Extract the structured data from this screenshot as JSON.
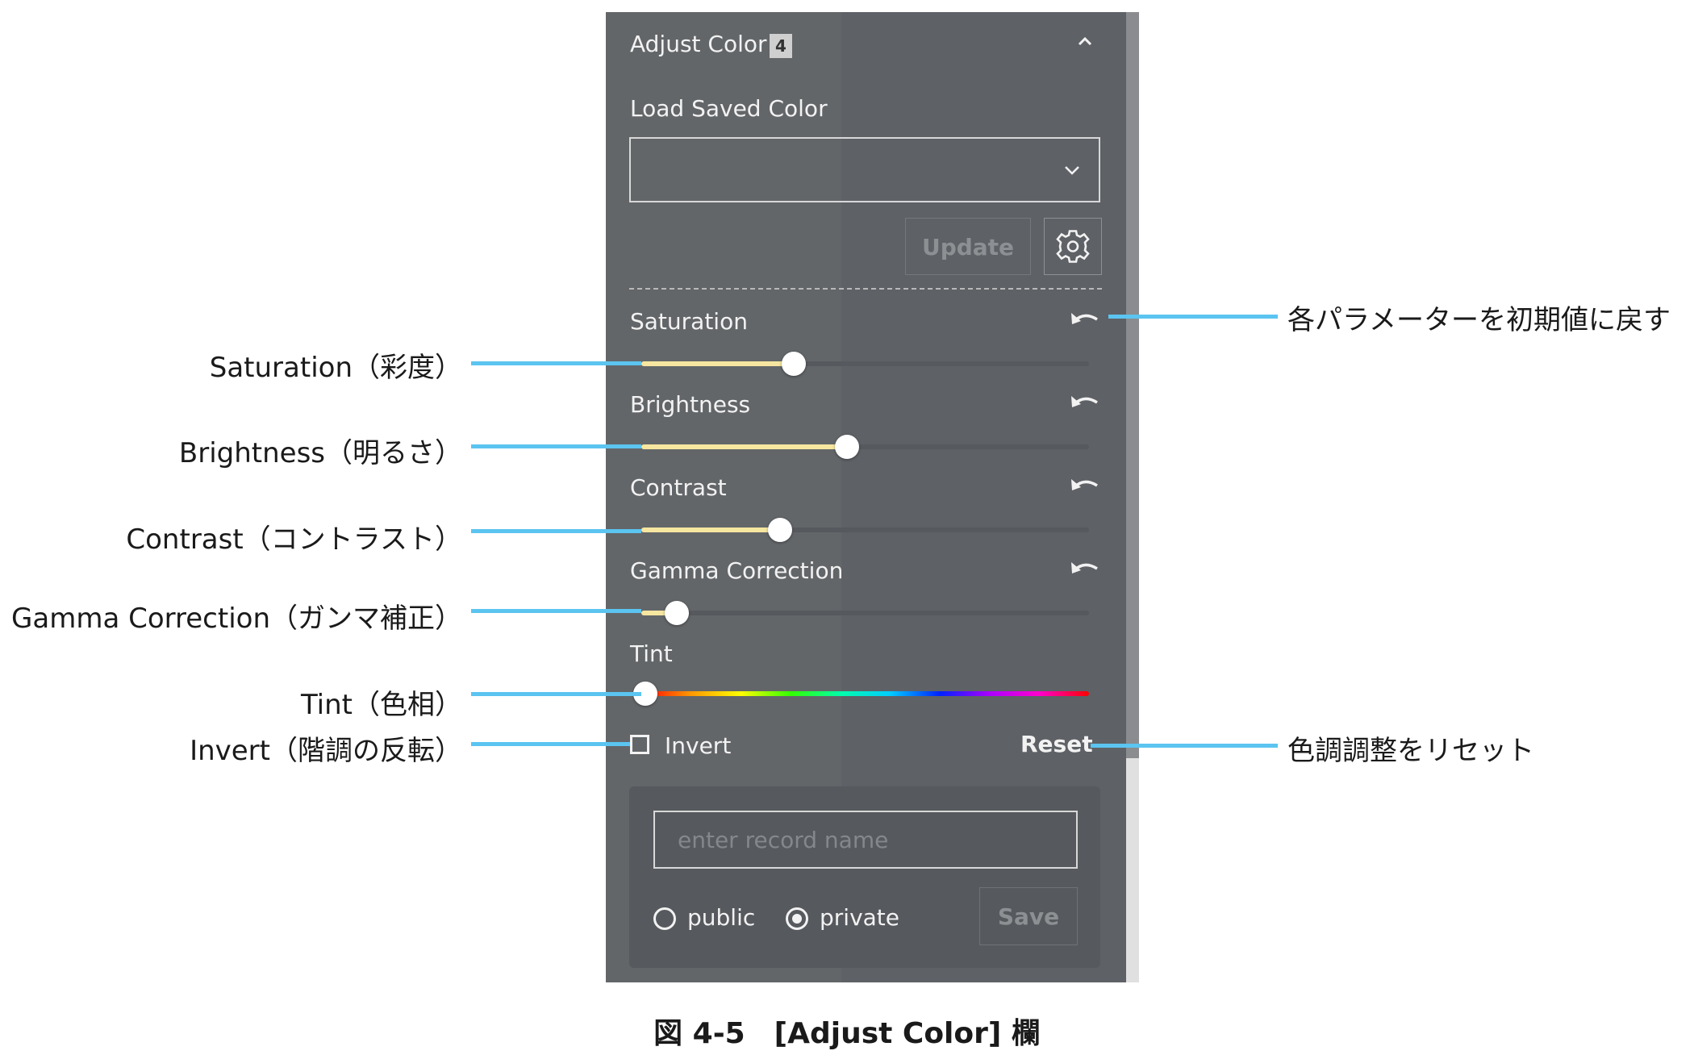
{
  "panel": {
    "title": "Adjust Color",
    "badge": "4",
    "load_label": "Load Saved Color",
    "select_value": "",
    "update_label": "Update",
    "sliders": [
      {
        "label": "Saturation",
        "fraction": 0.34
      },
      {
        "label": "Brightness",
        "fraction": 0.46
      },
      {
        "label": "Contrast",
        "fraction": 0.31
      },
      {
        "label": "Gamma Correction",
        "fraction": 0.08
      }
    ],
    "tint": {
      "label": "Tint",
      "fraction": 0.0
    },
    "invert_label": "Invert",
    "invert_checked": false,
    "reset_label": "Reset",
    "record_placeholder": "enter record name",
    "radio_public": "public",
    "radio_private": "private",
    "selected_visibility": "private",
    "save_label": "Save"
  },
  "annotations": {
    "saturation": "Saturation（彩度）",
    "brightness": "Brightness（明るさ）",
    "contrast": "Contrast（コントラスト）",
    "gamma": "Gamma Correction（ガンマ補正）",
    "tint": "Tint（色相）",
    "invert": "Invert（階調の反転）",
    "reset_param": "各パラメーターを初期値に戻す",
    "reset_all": "色調調整をリセット"
  },
  "caption": "図 4-5　[Adjust Color] 欄",
  "colors": {
    "panel_bg": "#5f6266",
    "slider_fill": "#f7e6a0",
    "callout": "#5bc4f0"
  }
}
